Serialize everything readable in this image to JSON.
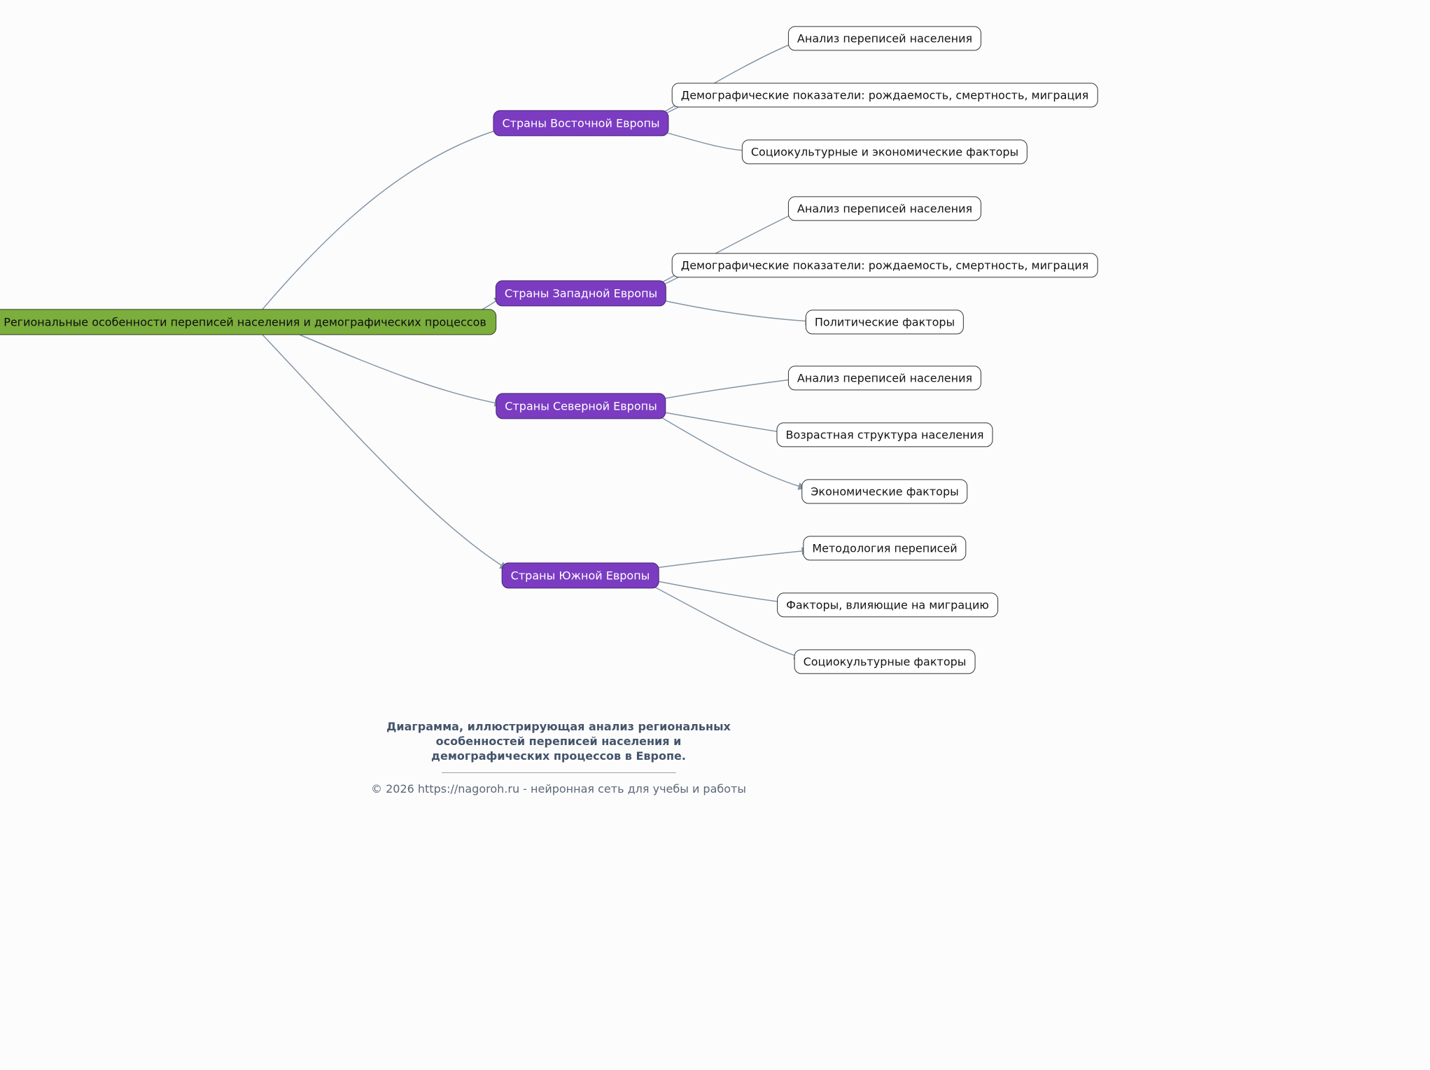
{
  "root": {
    "label": "Региональные особенности переписей населения и демографических процессов"
  },
  "branches": [
    {
      "label": "Страны Восточной Европы",
      "children": [
        "Анализ переписей населения",
        "Демографические показатели: рождаемость, смертность, миграция",
        "Социокультурные и экономические факторы"
      ]
    },
    {
      "label": "Страны Западной Европы",
      "children": [
        "Анализ переписей населения",
        "Демографические показатели: рождаемость, смертность, миграция",
        "Политические факторы"
      ]
    },
    {
      "label": "Страны Северной Европы",
      "children": [
        "Анализ переписей населения",
        "Возрастная структура населения",
        "Экономические факторы"
      ]
    },
    {
      "label": "Страны Южной Европы",
      "children": [
        "Методология переписей",
        "Факторы, влияющие на миграцию",
        "Социокультурные факторы"
      ]
    }
  ],
  "colors": {
    "root_fill": "#7bae3d",
    "branch_fill": "#7b3cc2",
    "leaf_fill": "#ffffff",
    "edge": "#8496a6",
    "caption_text": "#44546a"
  },
  "footer": {
    "caption_lines": [
      "Диаграмма, иллюстрирующая анализ региональных",
      "особенностей переписей населения и",
      "демографических процессов в Европе."
    ],
    "copyright": "© 2026 https://nagoroh.ru - нейронная сеть для учебы и работы"
  }
}
